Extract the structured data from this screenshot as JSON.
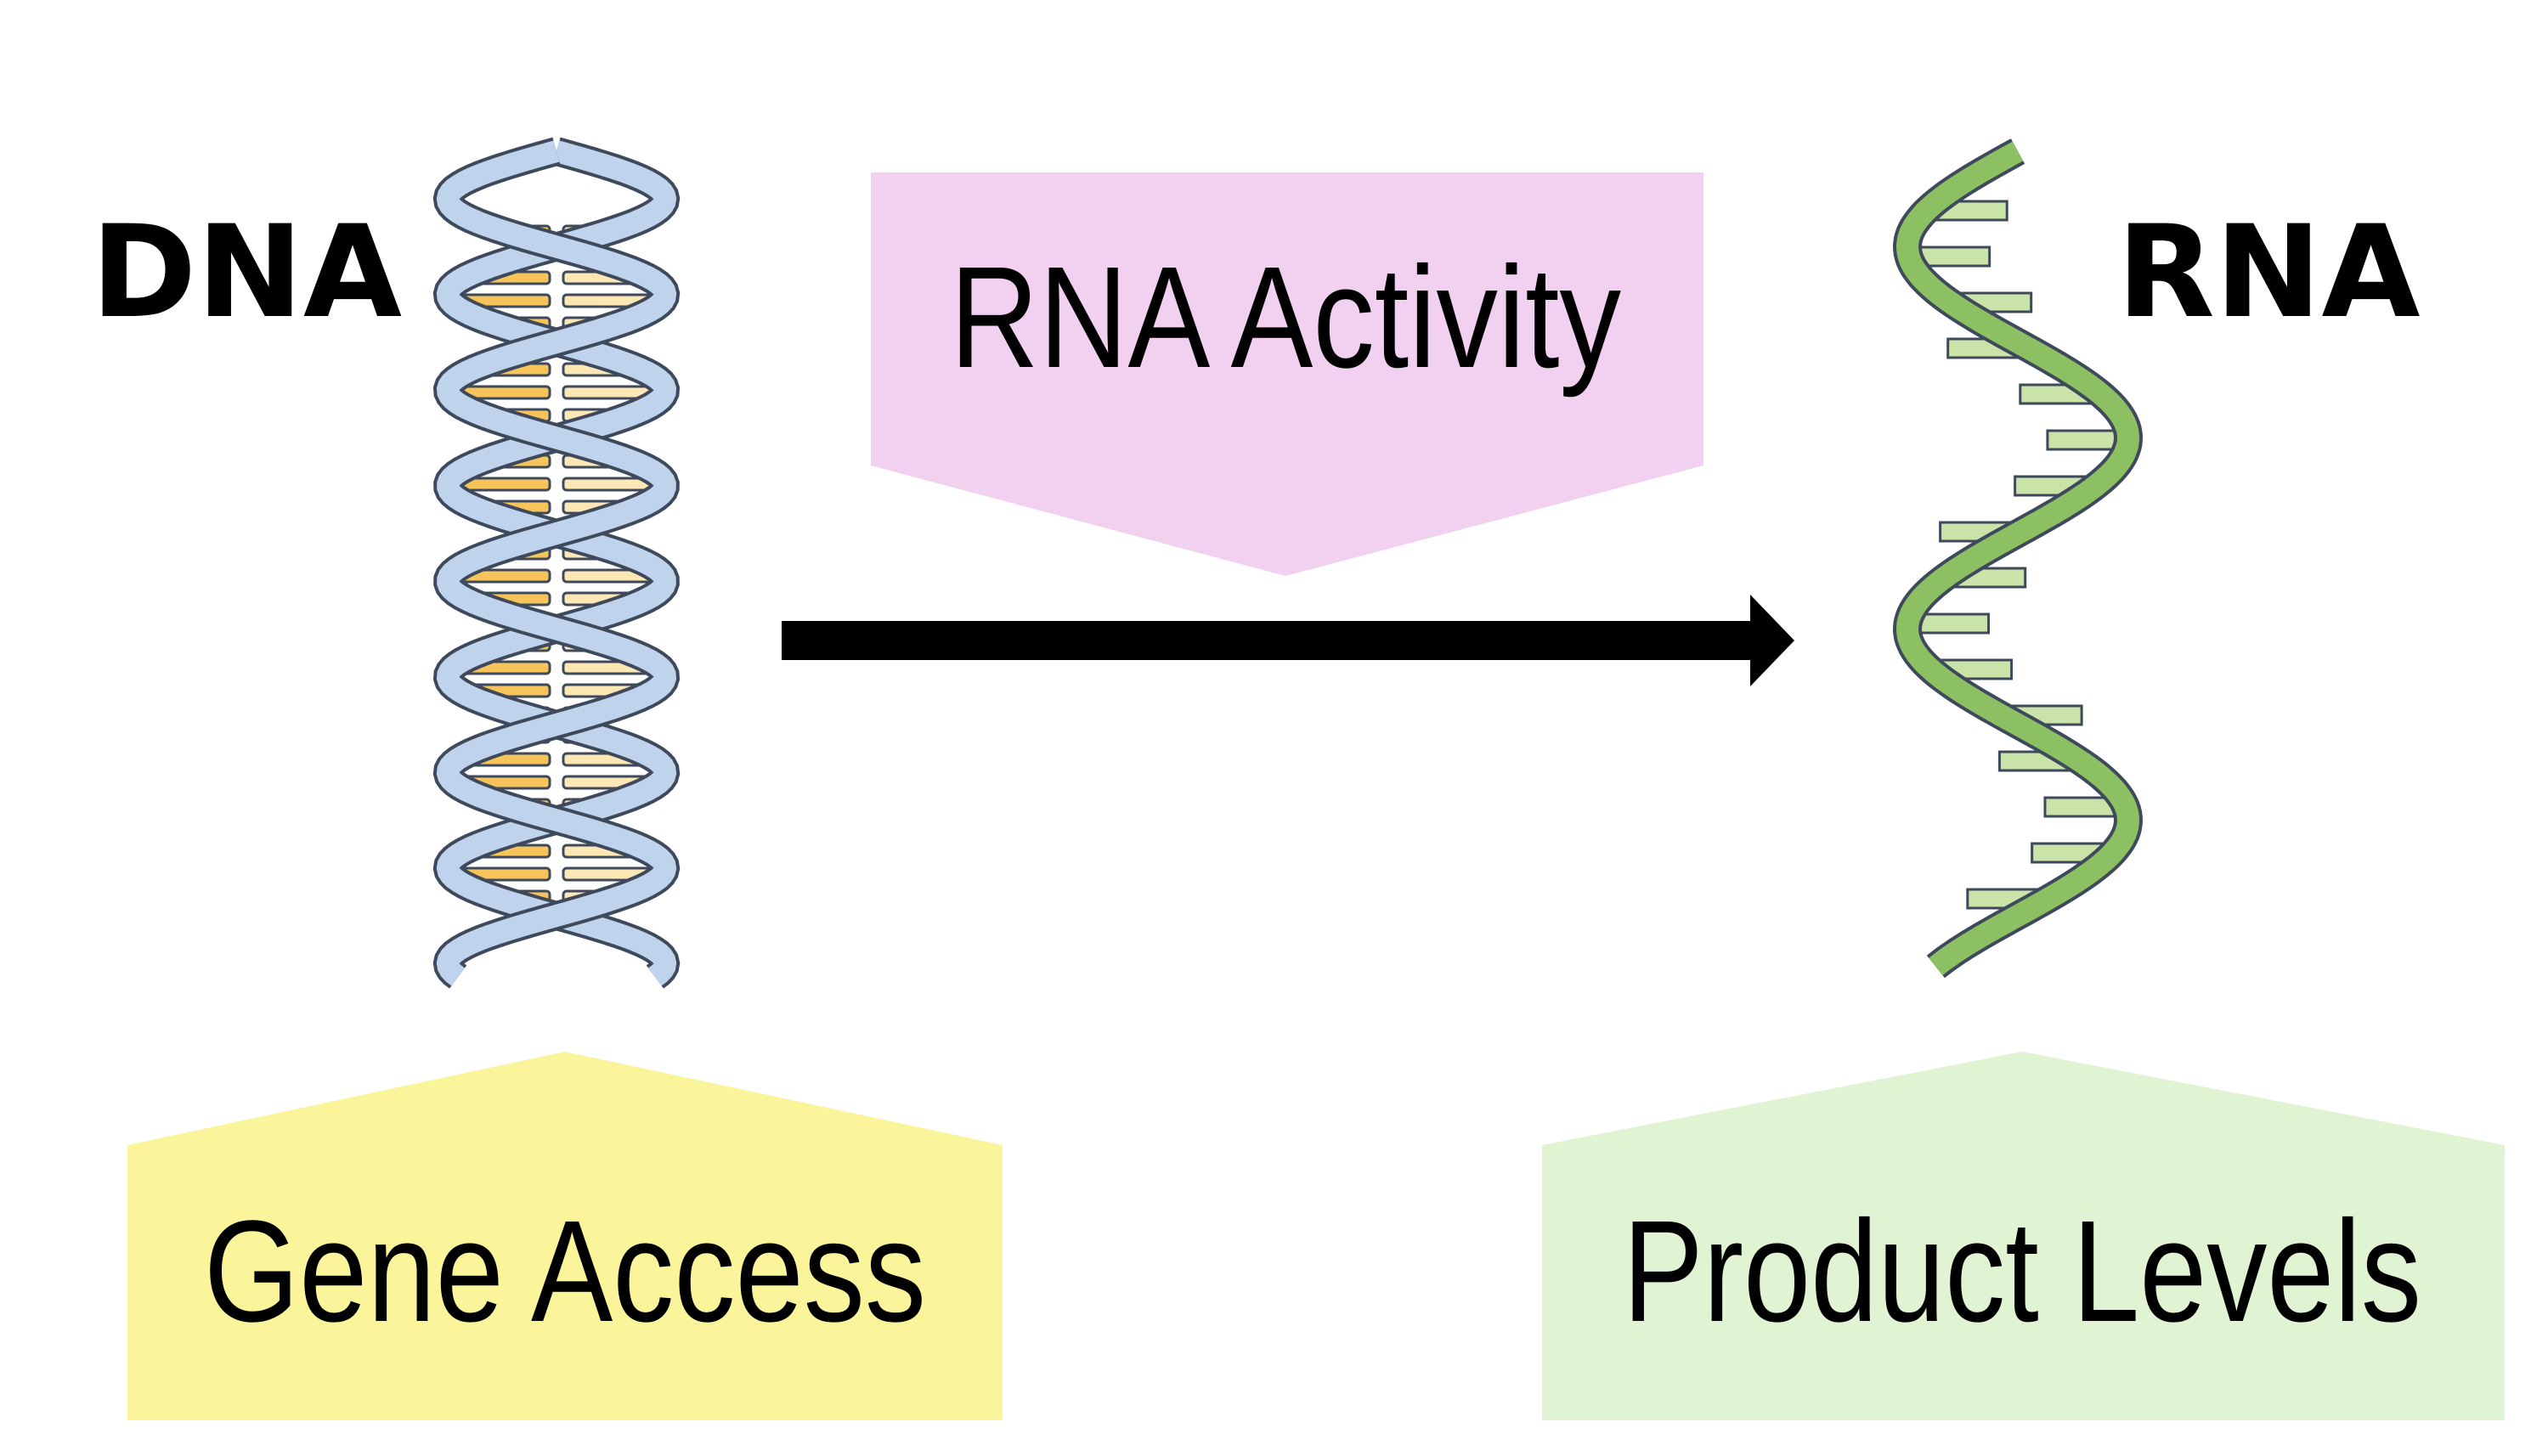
{
  "labels": {
    "dna": "DNA",
    "rna": "RNA",
    "rna_activity": "RNA Activity",
    "gene_access": "Gene Access",
    "product_levels": "Product Levels"
  },
  "colors": {
    "rna_activity_box": "#f1d0f0",
    "gene_access_box": "#faf59a",
    "product_levels_box": "#e0f3d3",
    "arrow": "#000000",
    "dna_backbone": "#bfd3ec",
    "dna_base_pair": "#f6c45a",
    "rna_backbone": "#8cc063",
    "rna_base": "#c9e3a8",
    "outline": "#3e4a5c"
  },
  "icons": {
    "dna": "dna-double-helix-icon",
    "rna": "rna-single-strand-icon",
    "flow": "right-arrow-icon"
  }
}
